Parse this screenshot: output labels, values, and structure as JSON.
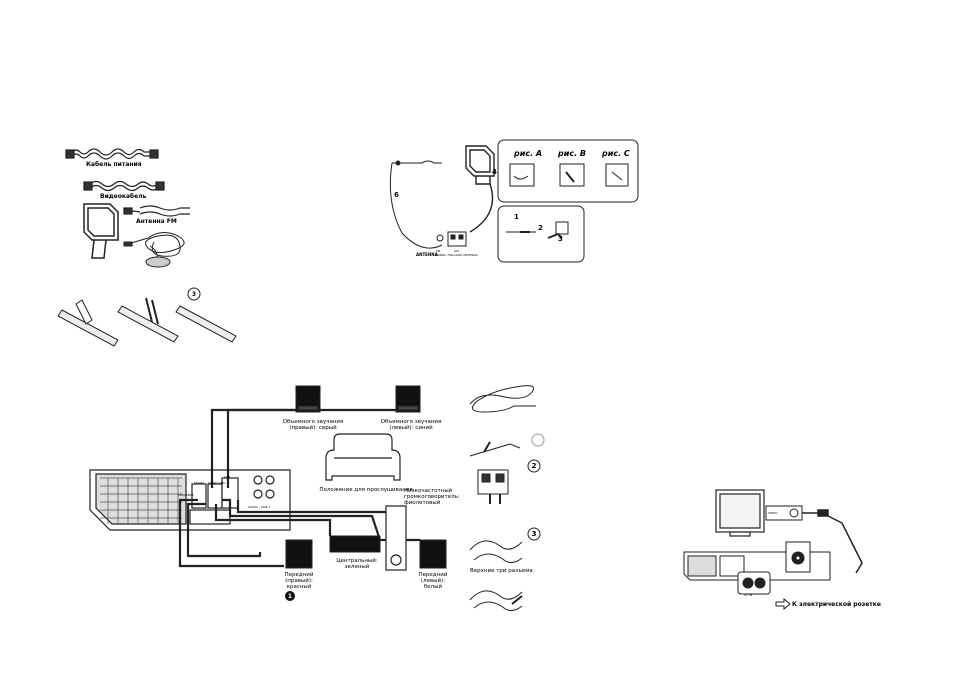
{
  "accessories": {
    "power_cable": "Кабель питания",
    "video_cable": "Видеокабель",
    "fm_antenna": "Антенна FM",
    "step_marker": "3"
  },
  "antenna_setup": {
    "fig_a": "рис. А",
    "fig_b": "рис. В",
    "fig_c": "рис. С",
    "step_4": "4",
    "step_6": "6",
    "step_1": "1",
    "step_2": "2",
    "step_3": "3",
    "antenna_label": "ANTENNA",
    "fm_label": "FM\nUNBAL 75Ω",
    "am_label": "AM\nLOOP ANTENNA"
  },
  "speaker_setup": {
    "surround_right": "Объемного звучания\n(правый): серый",
    "surround_left": "Объемного звучания\n(левый): синий",
    "listening_position": "Положение для прослушивания",
    "subwoofer": "Низкочастотный\nгромкоговоритель:\nфиолетовый",
    "center": "Центральный:\nзеленый",
    "front_right": "Передний\n(правый):\nкрасный",
    "front_left": "Передний\n(левый):\nбелый",
    "step_1": "1",
    "step_2": "2",
    "step_3": "3",
    "top_three": "Верхние три разъема",
    "audio_line_label": "AUDIO - LINE 1",
    "speakers_label": "SPEAKERS",
    "front_label": "FRONT",
    "surround_label": "SURROUND",
    "sub_label": "SUB"
  },
  "tv_setup": {
    "video_in": "VIDEO",
    "ac_in": "AC IN",
    "to_outlet": "К электрической розетке"
  }
}
